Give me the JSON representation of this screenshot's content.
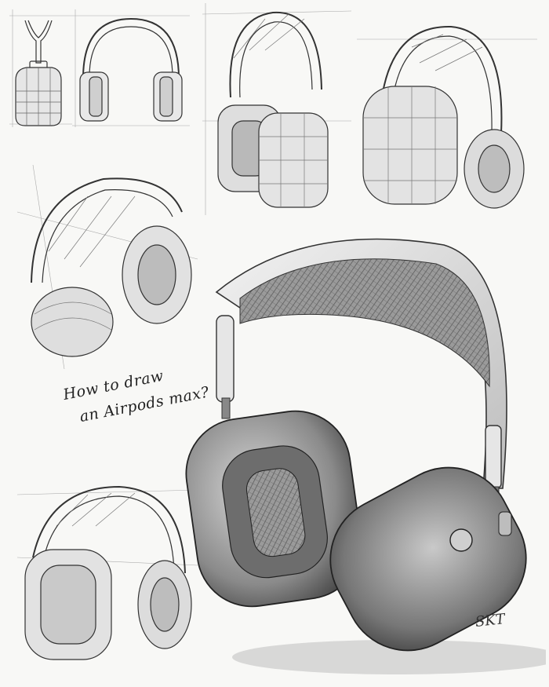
{
  "caption": {
    "line1": "How to draw",
    "line2": "an Airpods max?"
  },
  "signature": "SKT",
  "icons": [
    "headphones-sketch"
  ]
}
